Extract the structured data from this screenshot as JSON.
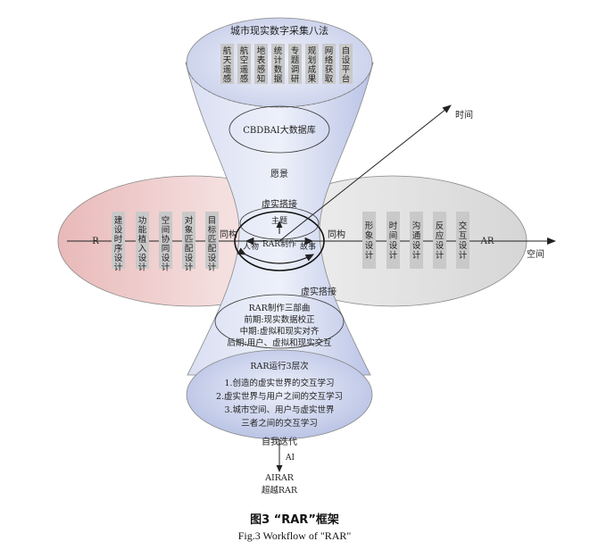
{
  "top": {
    "title": "城市现实数字采集八法",
    "methods": [
      "航天遥感",
      "航空遥感",
      "地表感知",
      "统计数据",
      "专题调研",
      "规划成果",
      "网络获取",
      "自设平台"
    ]
  },
  "database": "CBDBAI大数据库",
  "vision": "愿景",
  "virtual_real_upper": "虚实搭接",
  "theme": "主题",
  "people": "人物",
  "story": "故事",
  "rar_make": "RAR制作",
  "virtual_real_lower": "虚实搭接",
  "left": {
    "label": "R",
    "same": "同构",
    "items": [
      "建设时序设计",
      "功能植入设计",
      "空间协同设计",
      "对象匹配设计",
      "目标匹配设计"
    ]
  },
  "right": {
    "label": "AR",
    "same": "同构",
    "items": [
      "形象设计",
      "时间设计",
      "沟通设计",
      "反应设计",
      "交互设计"
    ]
  },
  "axis_space": "空间",
  "axis_time": "时间",
  "three_parts": {
    "title": "RAR制作三部曲",
    "lines": [
      "前期:现实数据校正",
      "中期:虚拟和现实对齐",
      "后期:用户、虚拟和现实交互"
    ]
  },
  "three_levels": {
    "title": "RAR运行3层次",
    "lines": [
      "1.创造的虚实世界的交互学习",
      "2.虚实世界与用户之间的交互学习",
      "3.城市空间、用户与虚实世界",
      "三者之间的交互学习"
    ]
  },
  "bottom": {
    "self_iter": "自我迭代",
    "ai": "AI",
    "airar": "AIRAR",
    "super": "超越RAR"
  },
  "caption": {
    "cn": "图3 “RAR”框架",
    "en": "Fig.3 Workflow of \"RAR\""
  },
  "colors": {
    "funnel_blue": "#c7d1ec",
    "left_red": "#f1d3d3",
    "right_gray": "#e5e5e5",
    "box_gray": "#c9c9c9"
  }
}
